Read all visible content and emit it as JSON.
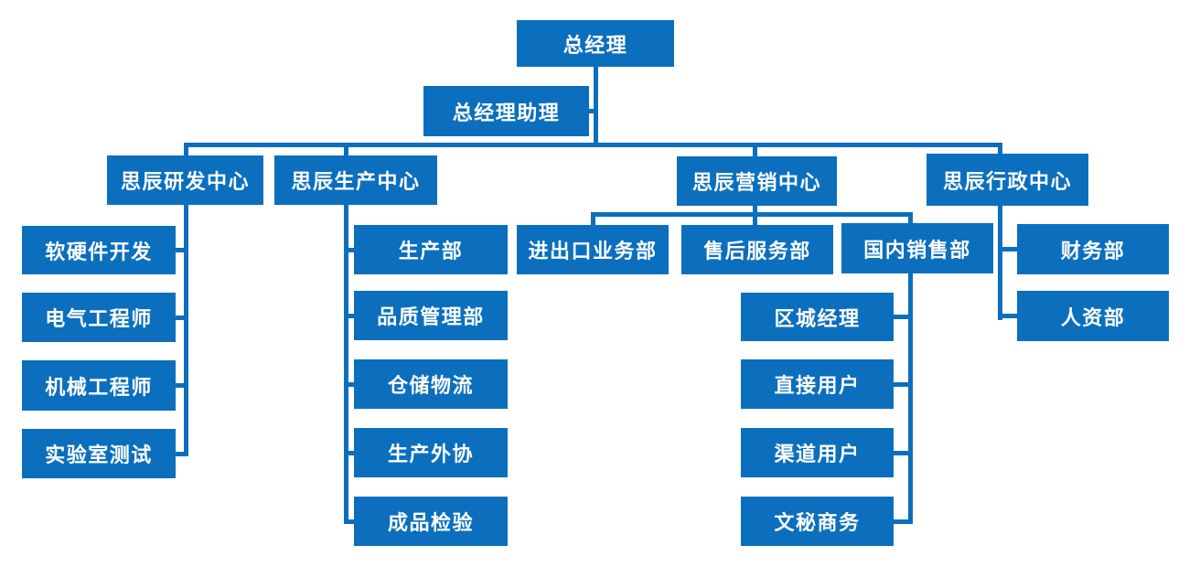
{
  "colors": {
    "box_fill": "#0B6FBE",
    "connector": "#0B6FBE",
    "text": "#FFFFFF",
    "background": "#FFFFFF"
  },
  "nodes": {
    "gm": "总经理",
    "gm_assistant": "总经理助理",
    "rd_center": "思辰研发中心",
    "prod_center": "思辰生产中心",
    "mkt_center": "思辰营销中心",
    "admin_center": "思辰行政中心",
    "rd_1": "软硬件开发",
    "rd_2": "电气工程师",
    "rd_3": "机械工程师",
    "rd_4": "实验室测试",
    "prod_1": "生产部",
    "prod_2": "品质管理部",
    "prod_3": "仓储物流",
    "prod_4": "生产外协",
    "prod_5": "成品检验",
    "mkt_1": "进出口业务部",
    "mkt_2": "售后服务部",
    "mkt_3": "国内销售部",
    "sales_1": "区城经理",
    "sales_2": "直接用户",
    "sales_3": "渠道用户",
    "sales_4": "文秘商务",
    "admin_1": "财务部",
    "admin_2": "人资部"
  },
  "hierarchy": {
    "label": "总经理",
    "assistant": "总经理助理",
    "children": [
      {
        "label": "思辰研发中心",
        "children": [
          "软硬件开发",
          "电气工程师",
          "机械工程师",
          "实验室测试"
        ]
      },
      {
        "label": "思辰生产中心",
        "children": [
          "生产部",
          "品质管理部",
          "仓储物流",
          "生产外协",
          "成品检验"
        ]
      },
      {
        "label": "思辰营销中心",
        "children": [
          {
            "label": "进出口业务部",
            "children": []
          },
          {
            "label": "售后服务部",
            "children": []
          },
          {
            "label": "国内销售部",
            "children": [
              "区城经理",
              "直接用户",
              "渠道用户",
              "文秘商务"
            ]
          }
        ]
      },
      {
        "label": "思辰行政中心",
        "children": [
          "财务部",
          "人资部"
        ]
      }
    ]
  }
}
